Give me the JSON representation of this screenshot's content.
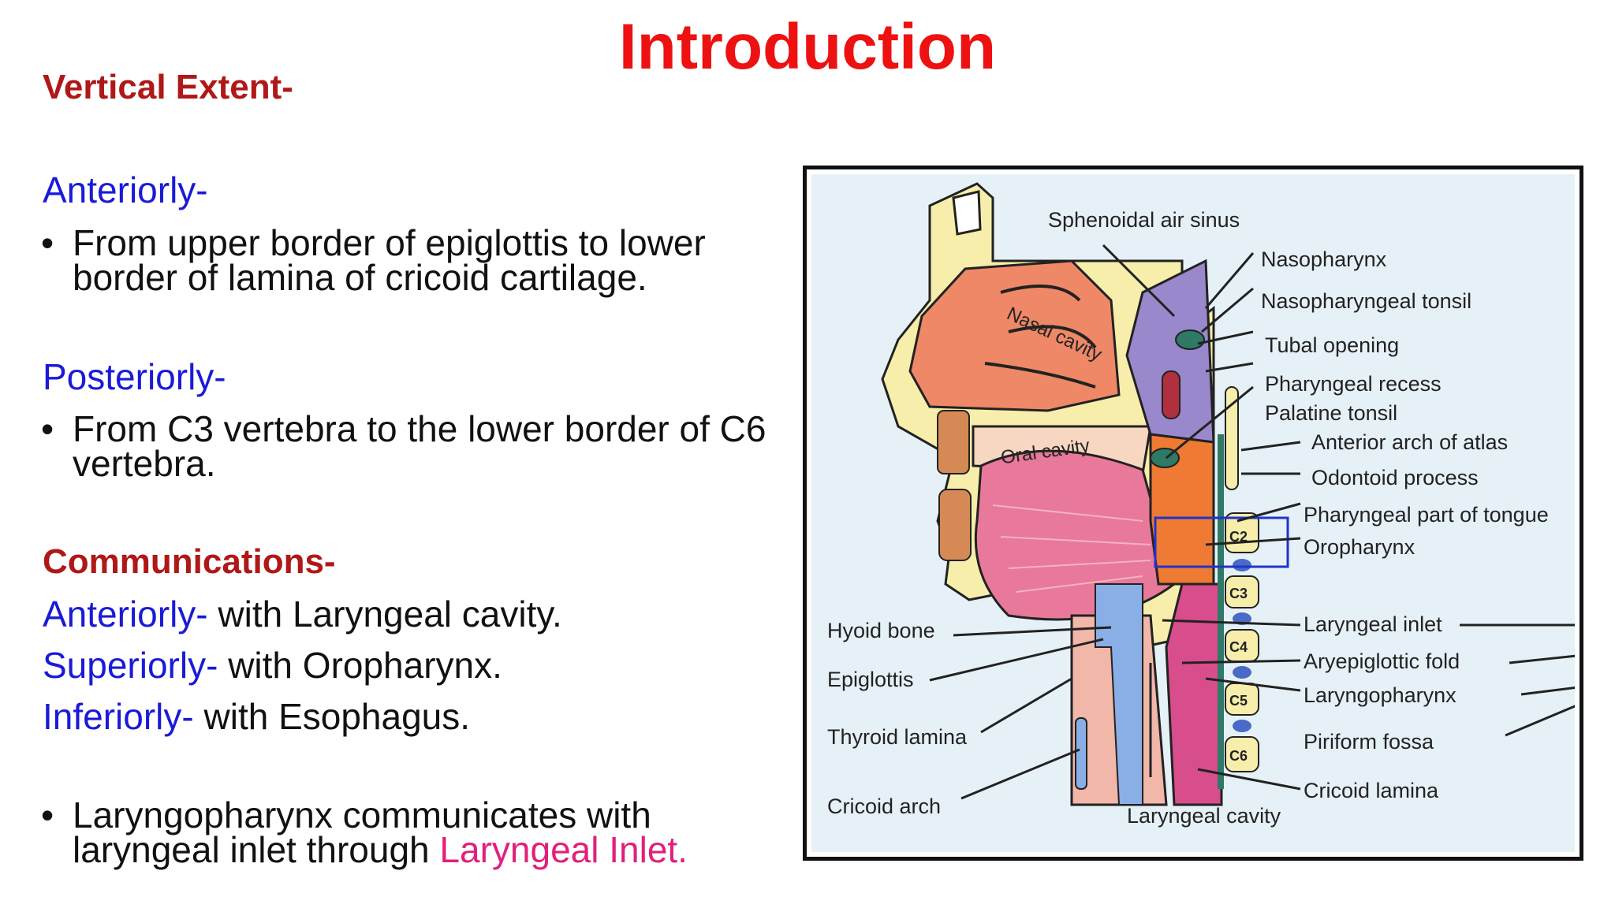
{
  "title": "Introduction",
  "vertical_extent": {
    "heading": "Vertical Extent-",
    "anterior": {
      "label": "Anteriorly-",
      "line1": "From upper border of epiglottis to lower",
      "line2": "border of lamina of cricoid cartilage."
    },
    "posterior": {
      "label": "Posteriorly-",
      "line1": "From C3 vertebra to the lower border of C6",
      "line2": "vertebra."
    }
  },
  "communications": {
    "heading": "Communications-",
    "items": [
      {
        "label": "Anteriorly-",
        "text": " with Laryngeal cavity."
      },
      {
        "label": "Superiorly-",
        "text": " with Oropharynx."
      },
      {
        "label": "Inferiorly-",
        "text": " with Esophagus."
      }
    ],
    "note_line1": "Laryngopharynx communicates with",
    "note_line2_prefix": "laryngeal inlet through ",
    "note_line2_highlight": "Laryngeal Inlet."
  },
  "bullet_glyph": "•",
  "figure": {
    "labels": {
      "sphenoidal_air_sinus": "Sphenoidal air sinus",
      "nasopharynx": "Nasopharynx",
      "nasopharyngeal_tonsil": "Nasopharyngeal tonsil",
      "tubal_opening": "Tubal opening",
      "pharyngeal_recess": "Pharyngeal recess",
      "palatine_tonsil": "Palatine tonsil",
      "anterior_arch_of_atlas": "Anterior arch of atlas",
      "odontoid_process": "Odontoid process",
      "pharyngeal_part_of_tongue": "Pharyngeal part of tongue",
      "oropharynx": "Oropharynx",
      "laryngeal_inlet": "Laryngeal inlet",
      "aryepiglottic_fold": "Aryepiglottic fold",
      "laryngopharynx": "Laryngopharynx",
      "piriform_fossa": "Piriform fossa",
      "cricoid_lamina": "Cricoid lamina",
      "laryngeal_cavity": "Laryngeal cavity",
      "hyoid_bone": "Hyoid bone",
      "epiglottis": "Epiglottis",
      "thyroid_lamina": "Thyroid lamina",
      "cricoid_arch": "Cricoid arch",
      "nasal_cavity": "Nasal cavity",
      "oral_cavity": "Oral cavity"
    },
    "vertebrae": [
      "C2",
      "C3",
      "C4",
      "C5",
      "C6"
    ],
    "colors": {
      "title": "#ee1111",
      "heading": "#b01818",
      "label_blue": "#1a1ad8",
      "highlight_pink": "#e0207a",
      "bone": "#f6eeaa",
      "tongue": "#e8799a",
      "pharynx_orange": "#ee7a33",
      "nasopharynx_purple": "#9a88cc",
      "laryngopharynx_magenta": "#d84d8c",
      "cartilage_blue": "#8aaee6",
      "figure_bg": "#e6f1f7"
    }
  }
}
